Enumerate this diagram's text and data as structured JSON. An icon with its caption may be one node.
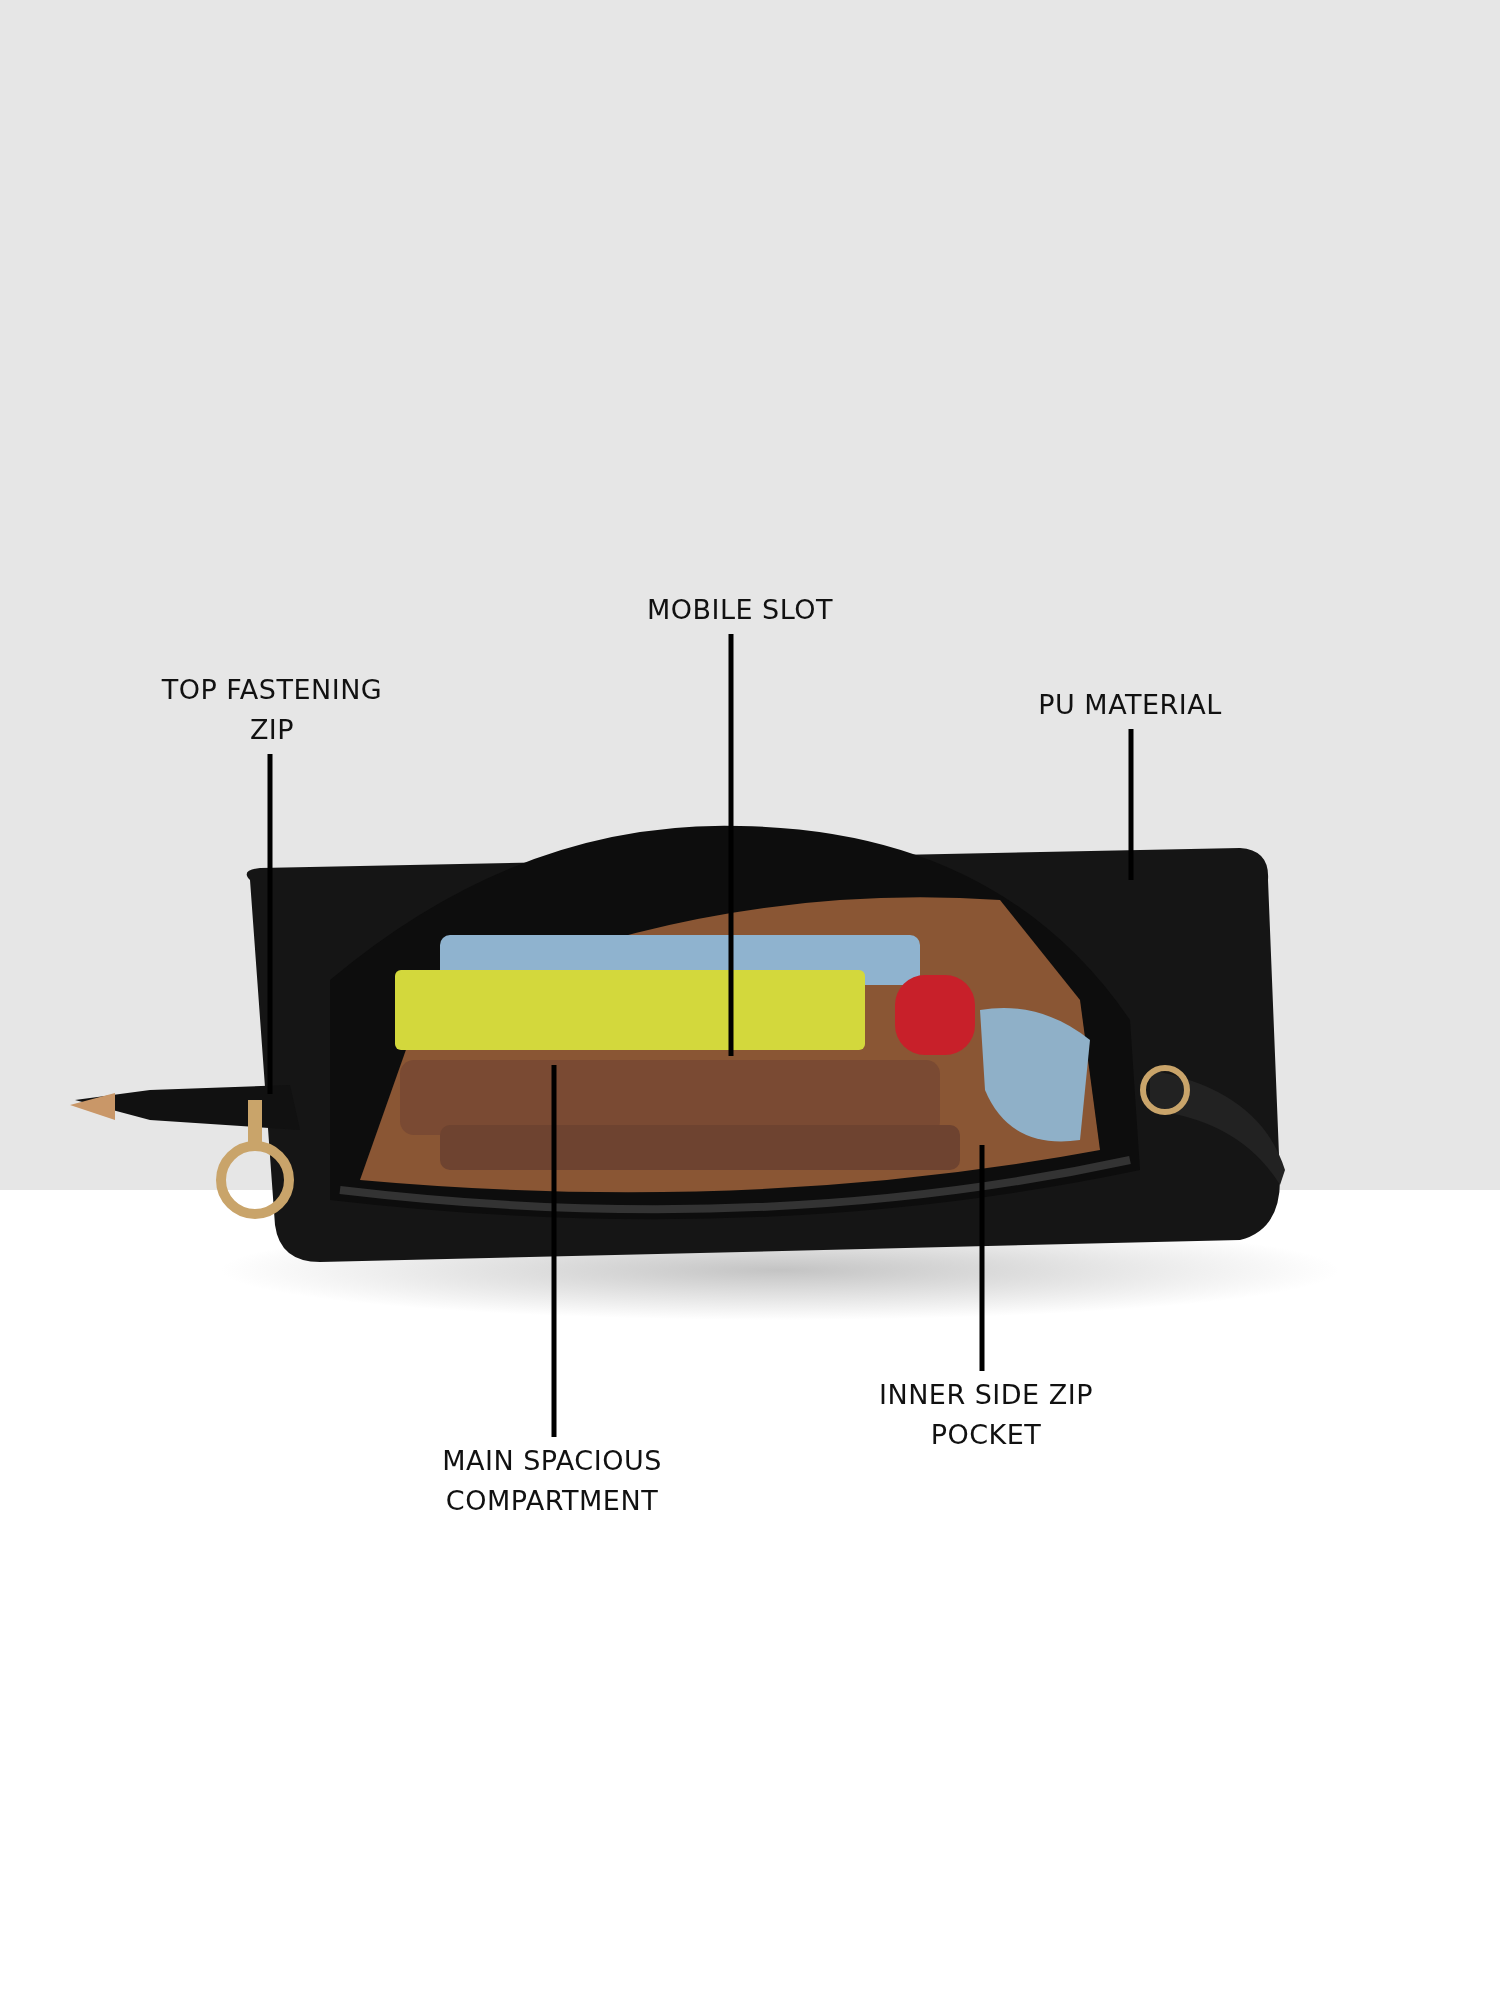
{
  "diagram": {
    "nodes": [
      {
        "text": [
          "MOBILE SLOT"
        ]
      },
      {
        "text": [
          "TOP FASTENING ZIP"
        ]
      },
      {
        "text": [
          "PU MATERIAL"
        ]
      },
      {
        "text": [
          "INNER SIDE ZIP POCKET"
        ]
      },
      {
        "text": [
          "MAIN SPACIOUS COMPARTMENT"
        ]
      }
    ],
    "edges": [
      {
        "from": 0,
        "to": null,
        "arrow": "none"
      },
      {
        "from": 1,
        "to": null,
        "arrow": "none"
      },
      {
        "from": 2,
        "to": null,
        "arrow": "none"
      },
      {
        "from": 3,
        "to": null,
        "arrow": "none"
      },
      {
        "from": 4,
        "to": null,
        "arrow": "none"
      }
    ]
  }
}
